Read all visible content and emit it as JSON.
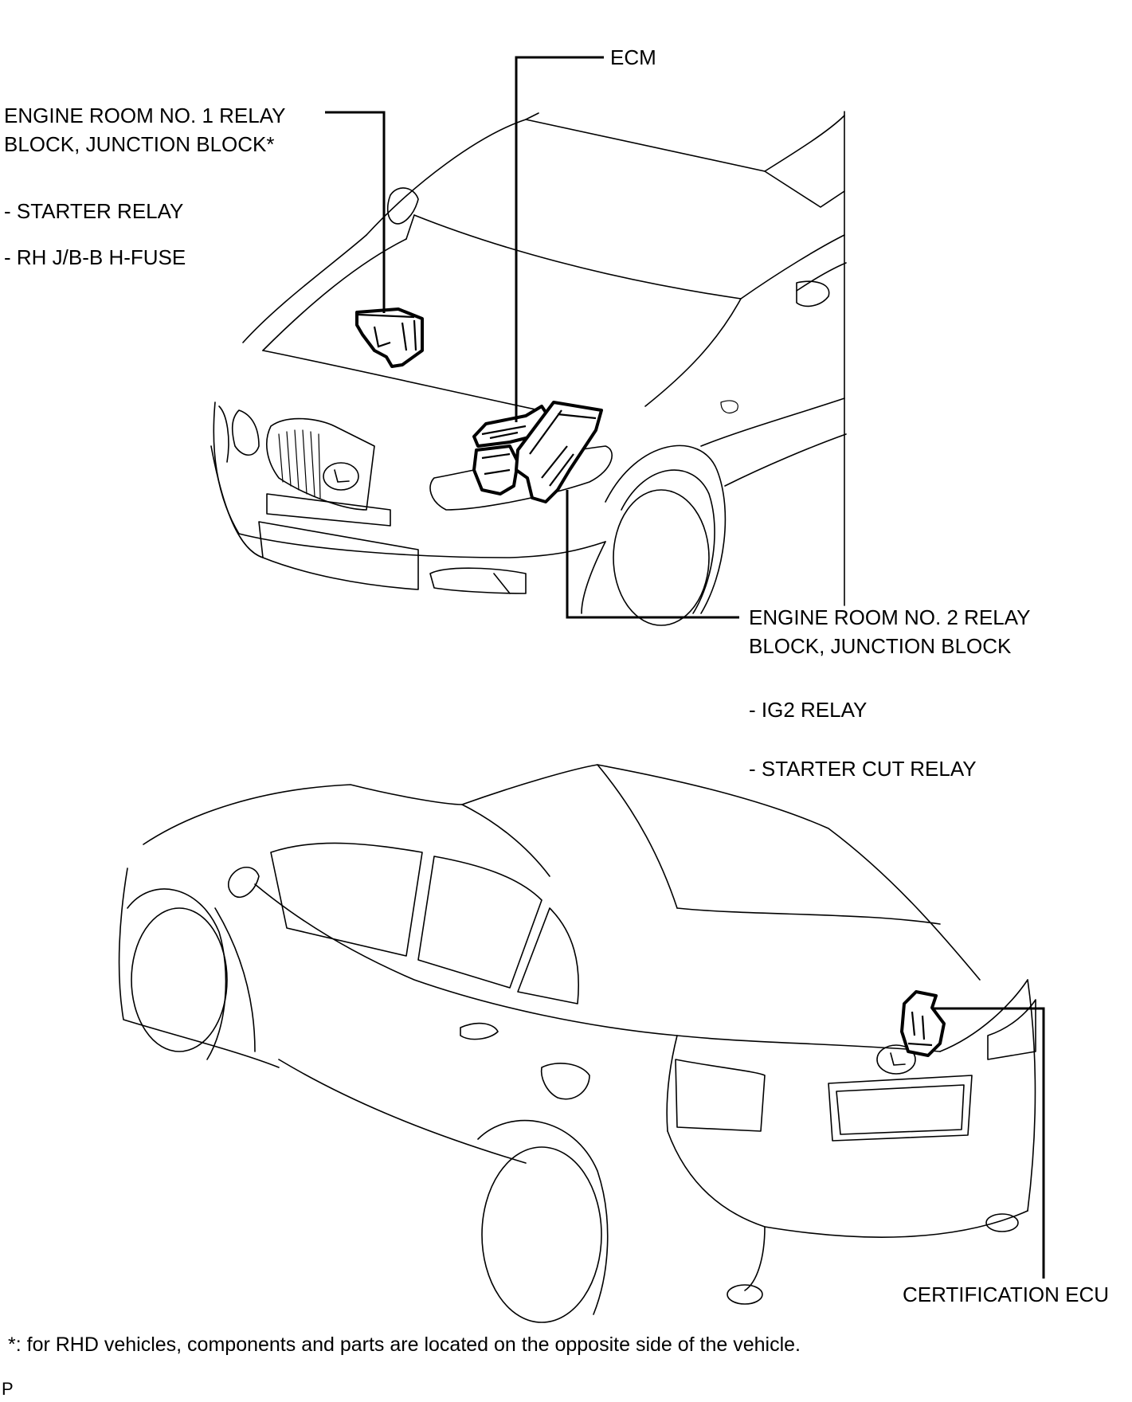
{
  "labels": {
    "ecm": "ECM",
    "er1_line1": "ENGINE ROOM NO. 1 RELAY",
    "er1_line2": "BLOCK, JUNCTION BLOCK*",
    "er1_item1": "- STARTER RELAY",
    "er1_item2": "- RH J/B-B H-FUSE",
    "er2_line1": "ENGINE ROOM NO. 2 RELAY",
    "er2_line2": "BLOCK, JUNCTION BLOCK",
    "er2_item1": "- IG2 RELAY",
    "er2_item2": "- STARTER CUT RELAY",
    "cert_ecu": "CERTIFICATION ECU"
  },
  "footnote": "*: for RHD vehicles, components and parts are located on the opposite side of the vehicle.",
  "corner_mark": "P"
}
